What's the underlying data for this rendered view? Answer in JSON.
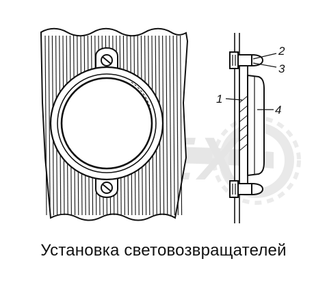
{
  "caption": "Установка световозвращателей",
  "callouts": [
    "2",
    "3",
    "1",
    "4"
  ],
  "watermark": {
    "text": "OPEX",
    "color": "#cfcfcf"
  },
  "colors": {
    "line": "#111111",
    "paper": "#ffffff",
    "watermark": "#d2d2d2"
  }
}
